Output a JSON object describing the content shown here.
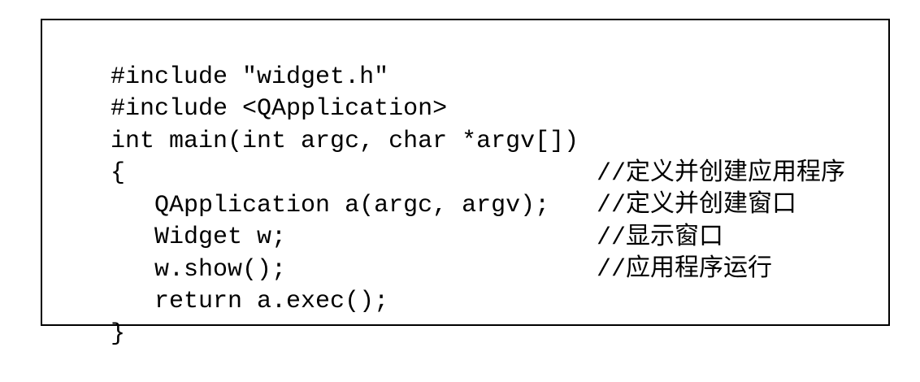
{
  "code": {
    "lines": [
      {
        "text": "#include \"widget.h\"",
        "comment": ""
      },
      {
        "text": "#include <QApplication>",
        "comment": ""
      },
      {
        "text": "int main(int argc, char *argv[])",
        "comment": ""
      },
      {
        "text": "{",
        "comment": ""
      },
      {
        "text": "   QApplication a(argc, argv);",
        "comment": "//定义并创建应用程序"
      },
      {
        "text": "   Widget w;",
        "comment": "//定义并创建窗口"
      },
      {
        "text": "   w.show();",
        "comment": "//显示窗口"
      },
      {
        "text": "   return a.exec();",
        "comment": "//应用程序运行"
      },
      {
        "text": "}",
        "comment": ""
      }
    ]
  }
}
